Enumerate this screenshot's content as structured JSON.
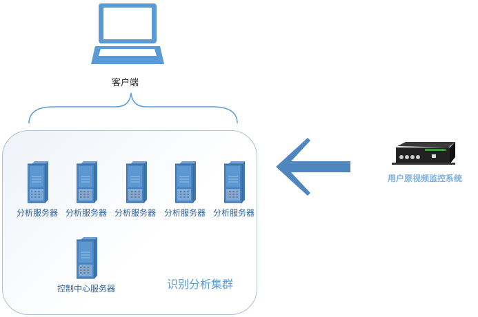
{
  "client": {
    "label": "客户端"
  },
  "cluster": {
    "title": "识别分析集群",
    "servers": [
      {
        "label": "分析服务器"
      },
      {
        "label": "分析服务器"
      },
      {
        "label": "分析服务器"
      },
      {
        "label": "分析服务器"
      },
      {
        "label": "分析服务器"
      }
    ],
    "control": {
      "label": "控制中心服务器"
    }
  },
  "source": {
    "label": "用户原视频监控系统"
  },
  "colors": {
    "accent": "#5b9bd5",
    "text": "#2f5f96"
  }
}
